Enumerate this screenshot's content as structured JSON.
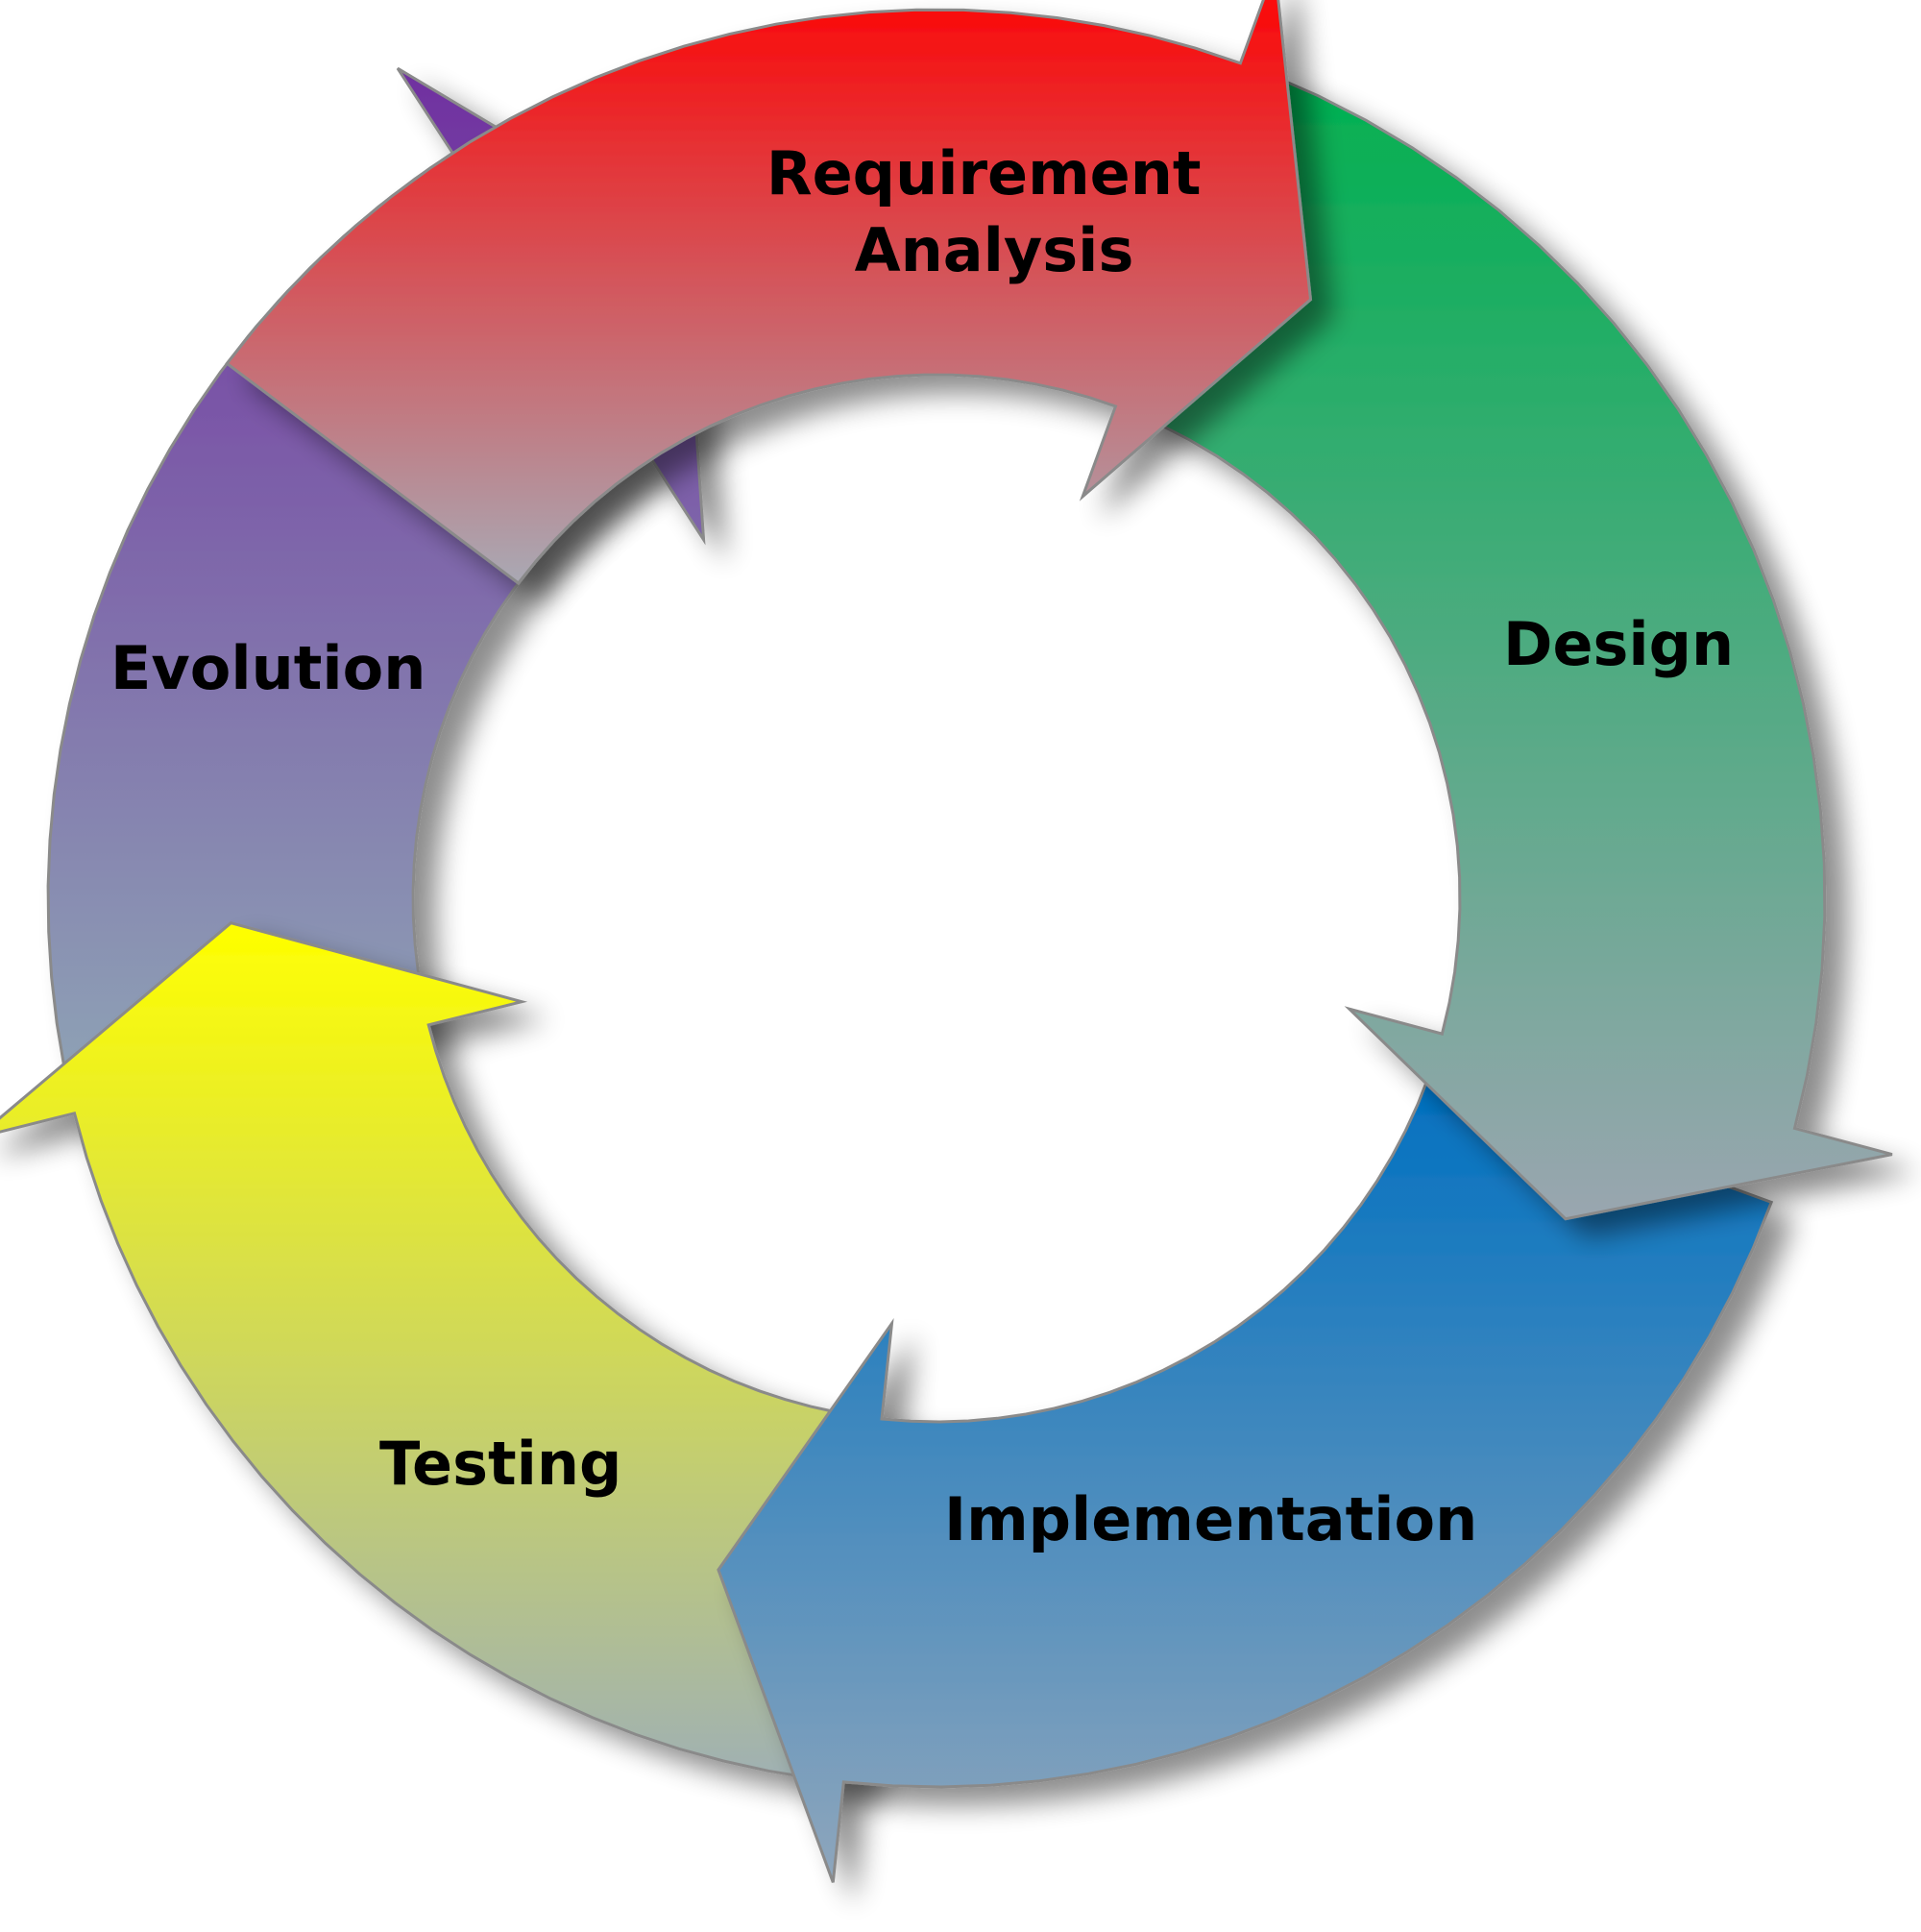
{
  "diagram": {
    "stages": [
      {
        "id": "requirement",
        "label_lines": [
          "Requirement",
          "Analysis"
        ],
        "color_top": "#ff0000",
        "color_bottom": "#a9a9b4"
      },
      {
        "id": "design",
        "label_lines": [
          "Design"
        ],
        "color_top": "#00b050",
        "color_bottom": "#9aa6b0"
      },
      {
        "id": "implementation",
        "label_lines": [
          "Implementation"
        ],
        "color_top": "#0070c0",
        "color_bottom": "#8fa6bc"
      },
      {
        "id": "testing",
        "label_lines": [
          "Testing"
        ],
        "color_top": "#ffff00",
        "color_bottom": "#9fb0b4"
      },
      {
        "id": "evolution",
        "label_lines": [
          "Evolution"
        ],
        "color_top": "#7030a0",
        "color_bottom": "#8fa6b6"
      }
    ]
  }
}
